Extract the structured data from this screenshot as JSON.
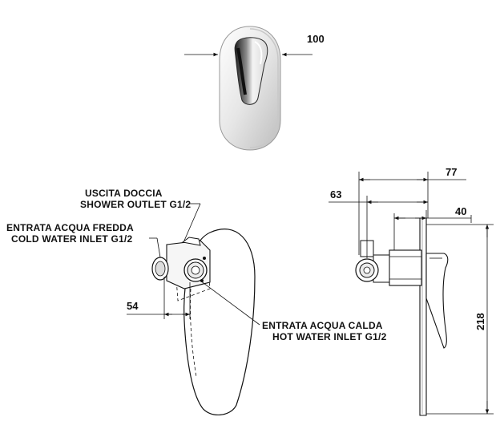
{
  "front_view": {
    "width_dimension": "100"
  },
  "back_view": {
    "shower_outlet_label_it": "USCITA DOCCIA",
    "shower_outlet_label_en": "SHOWER OUTLET G1/2",
    "cold_inlet_label_it": "ENTRATA ACQUA FREDDA",
    "cold_inlet_label_en": "COLD WATER INLET G1/2",
    "hot_inlet_label_it": "ENTRATA ACQUA CALDA",
    "hot_inlet_label_en": "HOT WATER INLET G1/2",
    "dimension_54": "54"
  },
  "side_view": {
    "dimension_77": "77",
    "dimension_63": "63",
    "dimension_40": "40",
    "dimension_218": "218"
  },
  "colors": {
    "line": "#111111",
    "background": "#ffffff",
    "chrome_dark": "#2b2b2b"
  }
}
